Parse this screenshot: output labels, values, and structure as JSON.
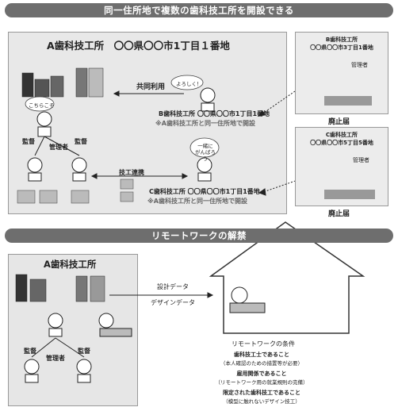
{
  "banner1": "同一住所地で複数の歯科技工所を開設できる",
  "banner2": "リモートワークの解禁",
  "top_panel": {
    "title": "A歯科技工所　〇〇県〇〇市1丁目１番地",
    "shared_use": "共同利用",
    "tech_collab": "技工連携",
    "bubble_hello": "こちらこそ",
    "bubble_yoroshiku": "よろしく！",
    "bubble_ganbarou": "一緒に\nがんばろう",
    "supervise_left": "監督",
    "manager": "管理者",
    "supervise_right": "監督",
    "b_addr": "B歯科技工所 〇〇県〇〇市1丁目1番地",
    "b_note": "※A歯科技工所と同一住所地で開設",
    "c_addr": "C歯科技工所 〇〇県〇〇市1丁目1番地",
    "c_note": "※A歯科技工所と同一住所地で開設"
  },
  "b_box": {
    "name": "B歯科技工所",
    "addr": "〇〇県〇〇市3丁目1番地",
    "manager": "管理者",
    "closed": "廃止届"
  },
  "c_box": {
    "name": "C歯科技工所",
    "addr": "〇〇県〇〇市5丁目5番地",
    "manager": "管理者",
    "closed": "廃止届"
  },
  "bottom": {
    "title": "A歯科技工所",
    "design_data1": "設計データ",
    "design_data2": "デザインデータ",
    "supervise_left": "監督",
    "manager": "管理者",
    "supervise_right": "監督",
    "cond_title": "リモートワークの条件",
    "cond1": "歯科技工士であること",
    "cond1_sub": "（本人確認のための措置等が必要）",
    "cond2": "雇用関係であること",
    "cond2_sub": "（リモートワーク用の就業規則の完備）",
    "cond3": "限定された歯科技工であること",
    "cond3_sub": "（模型に触れないデザイン技工）"
  }
}
